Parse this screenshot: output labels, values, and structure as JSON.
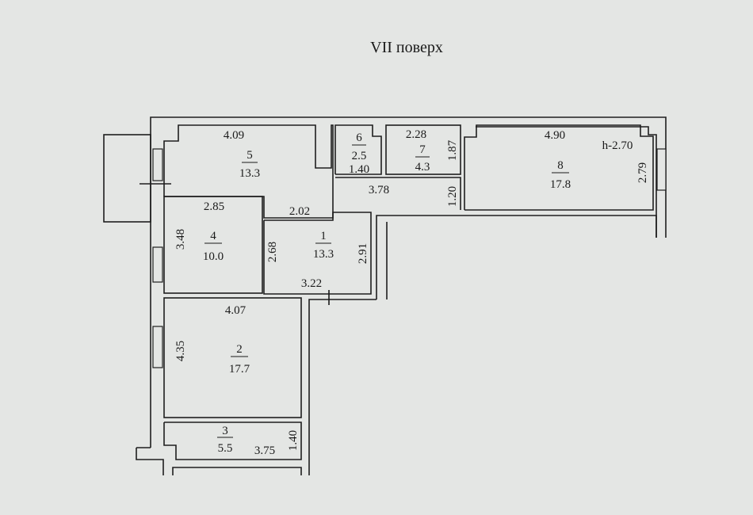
{
  "title": "VII поверх",
  "ceiling_height": "h-2.70",
  "rooms": [
    {
      "id": "1",
      "area": "13.3",
      "dims": [
        "3.22",
        "2.68",
        "2.91"
      ]
    },
    {
      "id": "2",
      "area": "17.7",
      "dims": [
        "4.07",
        "4.35"
      ]
    },
    {
      "id": "3",
      "area": "5.5",
      "dims": [
        "3.75",
        "1.40"
      ]
    },
    {
      "id": "4",
      "area": "10.0",
      "dims": [
        "2.85",
        "3.48"
      ]
    },
    {
      "id": "5",
      "area": "13.3",
      "dims": [
        "4.09",
        "2.02"
      ]
    },
    {
      "id": "6",
      "area": "2.5",
      "dims": [
        "1.40"
      ]
    },
    {
      "id": "7",
      "area": "4.3",
      "dims": [
        "2.28",
        "1.87"
      ]
    },
    {
      "id": "8",
      "area": "17.8",
      "dims": [
        "4.90",
        "2.79"
      ]
    }
  ],
  "corridor": {
    "dims": [
      "3.78",
      "1.20"
    ]
  }
}
